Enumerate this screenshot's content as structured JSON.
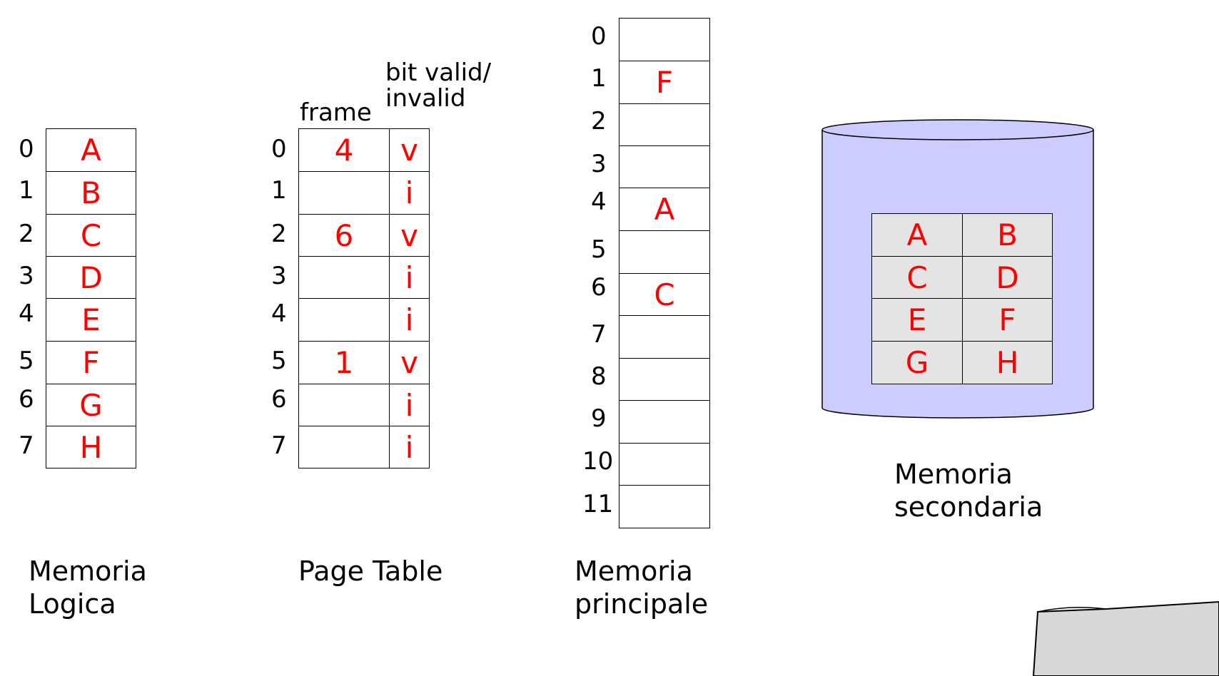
{
  "logical_memory": {
    "title_line1": "Memoria",
    "title_line2": "Logica",
    "rows": [
      {
        "index": "0",
        "page": "A"
      },
      {
        "index": "1",
        "page": "B"
      },
      {
        "index": "2",
        "page": "C"
      },
      {
        "index": "3",
        "page": "D"
      },
      {
        "index": "4",
        "page": "E"
      },
      {
        "index": "5",
        "page": "F"
      },
      {
        "index": "6",
        "page": "G"
      },
      {
        "index": "7",
        "page": "H"
      }
    ]
  },
  "page_table": {
    "title": "Page Table",
    "frame_header": "frame",
    "bit_header_line1": "bit valid/",
    "bit_header_line2": "invalid",
    "rows": [
      {
        "index": "0",
        "frame": "4",
        "bit": "v"
      },
      {
        "index": "1",
        "frame": "",
        "bit": "i"
      },
      {
        "index": "2",
        "frame": "6",
        "bit": "v"
      },
      {
        "index": "3",
        "frame": "",
        "bit": "i"
      },
      {
        "index": "4",
        "frame": "",
        "bit": "i"
      },
      {
        "index": "5",
        "frame": "1",
        "bit": "v"
      },
      {
        "index": "6",
        "frame": "",
        "bit": "i"
      },
      {
        "index": "7",
        "frame": "",
        "bit": "i"
      }
    ]
  },
  "main_memory": {
    "title_line1": "Memoria",
    "title_line2": "principale",
    "frames": [
      {
        "index": "0",
        "content": ""
      },
      {
        "index": "1",
        "content": "F"
      },
      {
        "index": "2",
        "content": ""
      },
      {
        "index": "3",
        "content": ""
      },
      {
        "index": "4",
        "content": "A"
      },
      {
        "index": "5",
        "content": ""
      },
      {
        "index": "6",
        "content": "C"
      },
      {
        "index": "7",
        "content": ""
      },
      {
        "index": "8",
        "content": ""
      },
      {
        "index": "9",
        "content": ""
      },
      {
        "index": "10",
        "content": ""
      },
      {
        "index": "11",
        "content": ""
      }
    ]
  },
  "secondary_memory": {
    "title_line1": "Memoria",
    "title_line2": "secondaria",
    "grid": [
      [
        "A",
        "B"
      ],
      [
        "C",
        "D"
      ],
      [
        "E",
        "F"
      ],
      [
        "G",
        "H"
      ]
    ],
    "colors": {
      "cylinder_fill": "#ccccff",
      "cell_fill": "#e4e4e4"
    }
  },
  "colors": {
    "page_text": "#ff0000",
    "border": "#000000"
  }
}
